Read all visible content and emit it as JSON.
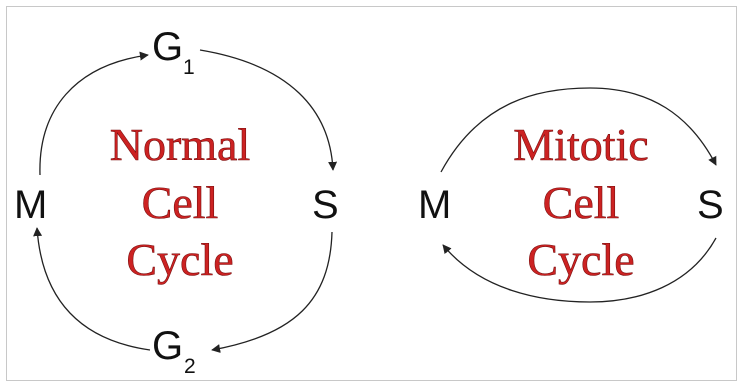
{
  "normal_cycle": {
    "title_lines": [
      "Normal",
      "Cell",
      "Cycle"
    ],
    "nodes": {
      "g1": {
        "letter": "G",
        "subscript": "1"
      },
      "s": "S",
      "g2": {
        "letter": "G",
        "subscript": "2"
      },
      "m": "M"
    }
  },
  "mitotic_cycle": {
    "title_lines": [
      "Mitotic",
      "Cell",
      "Cycle"
    ],
    "nodes": {
      "m": "M",
      "s": "S"
    }
  },
  "colors": {
    "title_red": "#cc2222",
    "text_dark": "#111111",
    "arrow": "#222222"
  }
}
